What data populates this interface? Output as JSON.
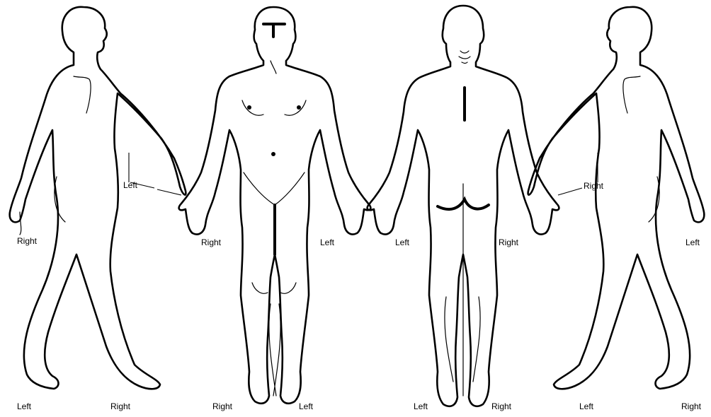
{
  "labels": {
    "v1_left_arm": "Left",
    "v1_right_hand": "Right",
    "v1_left_foot": "Left",
    "v1_right_foot": "Right",
    "front_right_hand": "Right",
    "front_left_hand": "Left",
    "front_right_foot": "Right",
    "front_left_foot": "Left",
    "back_left_hand": "Left",
    "back_right_hand": "Right",
    "back_left_foot": "Left",
    "back_right_foot": "Right",
    "v4_right_arm": "Right",
    "v4_left_hand": "Left",
    "v4_left_foot": "Left",
    "v4_right_foot": "Right"
  }
}
